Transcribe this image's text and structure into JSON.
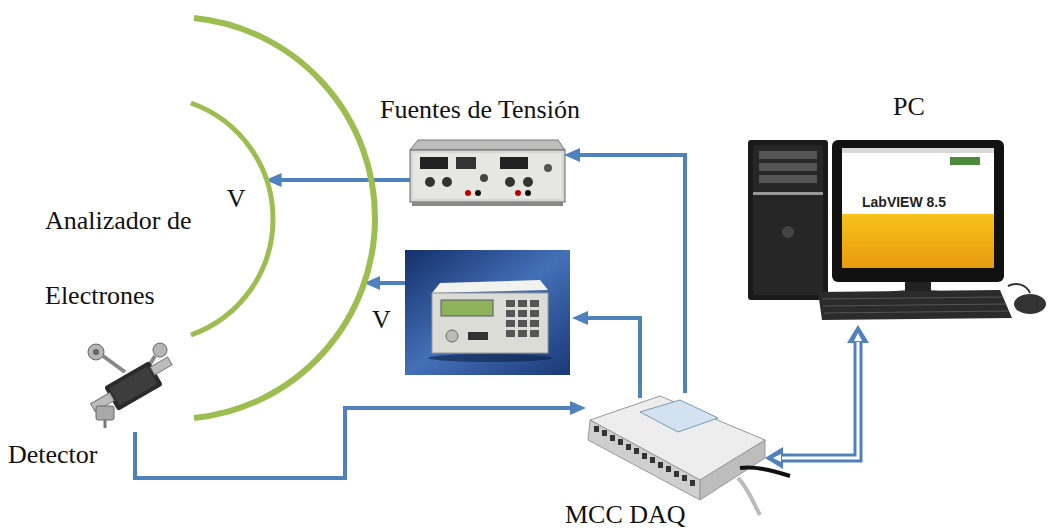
{
  "diagram": {
    "nodes": [
      {
        "text": [
          "Fuentes de Tensión"
        ]
      },
      {
        "text": [
          "Analizador de Electrones"
        ]
      },
      {
        "text": [
          "Detector"
        ]
      },
      {
        "text": [
          "MCC DAQ"
        ]
      },
      {
        "text": [
          "PC"
        ]
      }
    ],
    "edges": [
      {
        "from": 3,
        "to": 0,
        "arrow": "to"
      },
      {
        "from": 0,
        "to": 1,
        "arrow": "to",
        "label": "V"
      },
      {
        "from": 2,
        "to": 3,
        "arrow": "to"
      },
      {
        "from": 3,
        "to": 4,
        "arrow": "both"
      }
    ],
    "labels": [
      "V",
      "LabVIEW 8.5"
    ]
  }
}
